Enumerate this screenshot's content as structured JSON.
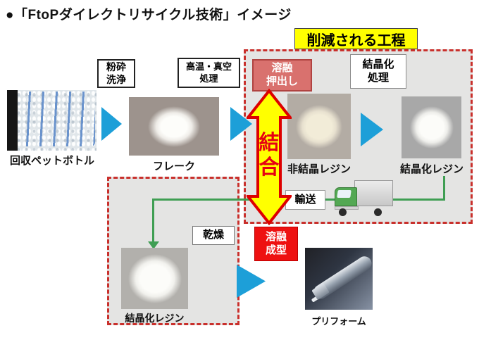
{
  "title": "●「FtoPダイレクトリサイクル技術」イメージ",
  "reduced_section": {
    "label": "削減される工程"
  },
  "combine_arrow": {
    "label": "結\n合"
  },
  "steps": {
    "crush_wash": {
      "label": "粉砕\n洗浄"
    },
    "high_temp_vacuum": {
      "label": "高温・真空\n処理"
    },
    "melt_extrusion": {
      "label": "溶融\n押出し"
    },
    "crystallization": {
      "label": "結晶化\n処理"
    },
    "transport": {
      "label": "輸送"
    },
    "drying": {
      "label": "乾燥"
    },
    "melt_molding": {
      "label": "溶融\n成型"
    }
  },
  "items": {
    "collected_bottles": {
      "label": "回収ペットボトル"
    },
    "flake": {
      "label": "フレーク"
    },
    "amorphous_resin": {
      "label": "非結晶レジン"
    },
    "crystallized_resin": {
      "label": "結晶化レジン"
    },
    "crystallized_resin_dried": {
      "label": "結晶化レジン"
    },
    "preform": {
      "label": "プリフォーム"
    }
  },
  "colors": {
    "flow_arrow_blue": "#1d9fd8",
    "highlight_yellow": "#ffff00",
    "alert_red": "#e60012",
    "soft_red_box": "#d9716e",
    "bright_red_box": "#ee1111",
    "dashed_border_red": "#c9302c",
    "process_line_green": "#3f9e53"
  }
}
